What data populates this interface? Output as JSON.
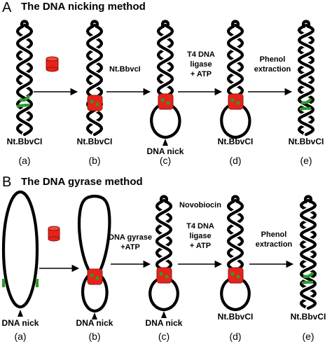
{
  "panels": {
    "a": {
      "letter": "A",
      "title": "The DNA nicking method",
      "step_labels": [
        "(a)",
        "(b)",
        "(c)",
        "(d)",
        "(e)"
      ],
      "site_labels": [
        "Nt.BbvCI",
        "Nt.BbvCI",
        "Nt.BbvCI",
        "Nt.BbvCI"
      ],
      "nick_label": "DNA nick",
      "arrow_labels": {
        "b_to_c": [
          "Nt.BbvcI"
        ],
        "c_to_d": [
          "T4 DNA",
          "ligase",
          "+ ATP"
        ],
        "d_to_e": [
          "Phenol",
          "extraction"
        ]
      }
    },
    "b": {
      "letter": "B",
      "title": "The DNA gyrase method",
      "step_labels": [
        "(a)",
        "(b)",
        "(c)",
        "(d)",
        "(e)"
      ],
      "nick_labels": [
        "DNA nick",
        "DNA nick",
        "DNA nick"
      ],
      "site_labels": [
        "Nt.BbvCI",
        "Nt.BbvCI"
      ],
      "arrow_labels": {
        "b_to_c": [
          "DNA gyrase",
          "+ATP"
        ],
        "c_to_d_top": [
          "Novobiocin"
        ],
        "c_to_d": [
          "T4 DNA",
          "ligase",
          "+ ATP"
        ],
        "d_to_e": [
          "Phenol",
          "extraction"
        ]
      }
    }
  },
  "colors": {
    "dna": "#000000",
    "recognition_site": "#2e9a2e",
    "enzyme": "#e8211a"
  }
}
